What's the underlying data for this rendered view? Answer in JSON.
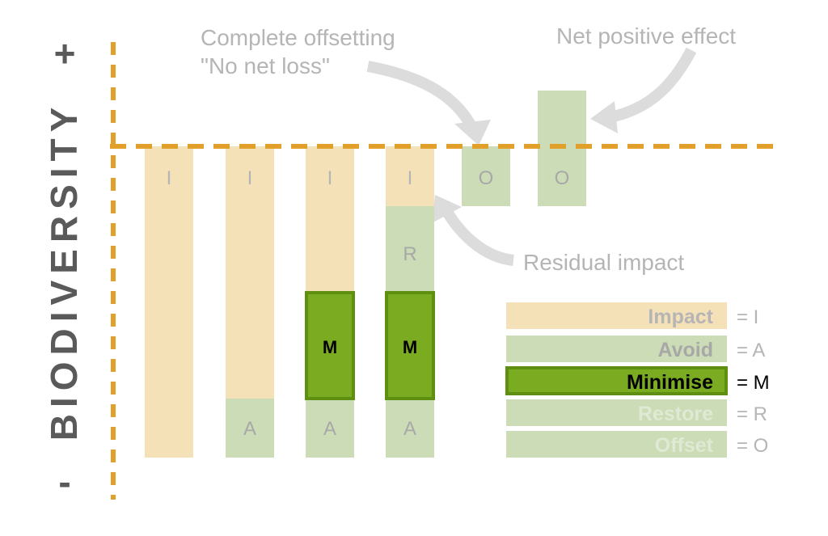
{
  "axis": {
    "label": "BIODIVERSITY",
    "plus": "+",
    "minus": "-"
  },
  "annotations": {
    "complete_offsetting_line1": "Complete offsetting",
    "complete_offsetting_line2": "\"No net loss\"",
    "net_positive": "Net positive effect",
    "residual_impact": "Residual impact"
  },
  "bar_letters": {
    "impact": "I",
    "avoid": "A",
    "minimise": "M",
    "restore": "R",
    "offset": "O"
  },
  "legend": [
    {
      "key": "impact",
      "label": "Impact",
      "code": "= I"
    },
    {
      "key": "avoid",
      "label": "Avoid",
      "code": "= A"
    },
    {
      "key": "minimise",
      "label": "Minimise",
      "code": "= M"
    },
    {
      "key": "restore",
      "label": "Restore",
      "code": "= R"
    },
    {
      "key": "offset",
      "label": "Offset",
      "code": "= O"
    }
  ],
  "colors": {
    "axis": "#e0a02a",
    "impact": "#f5e1b8",
    "avoid": "#cbdcb6",
    "minimise": "#7aab20",
    "minimise_border": "#5e8f10",
    "grey_text": "#b5b5b5",
    "axis_label": "#5a5a5a",
    "arrow": "#dcdcdc"
  }
}
